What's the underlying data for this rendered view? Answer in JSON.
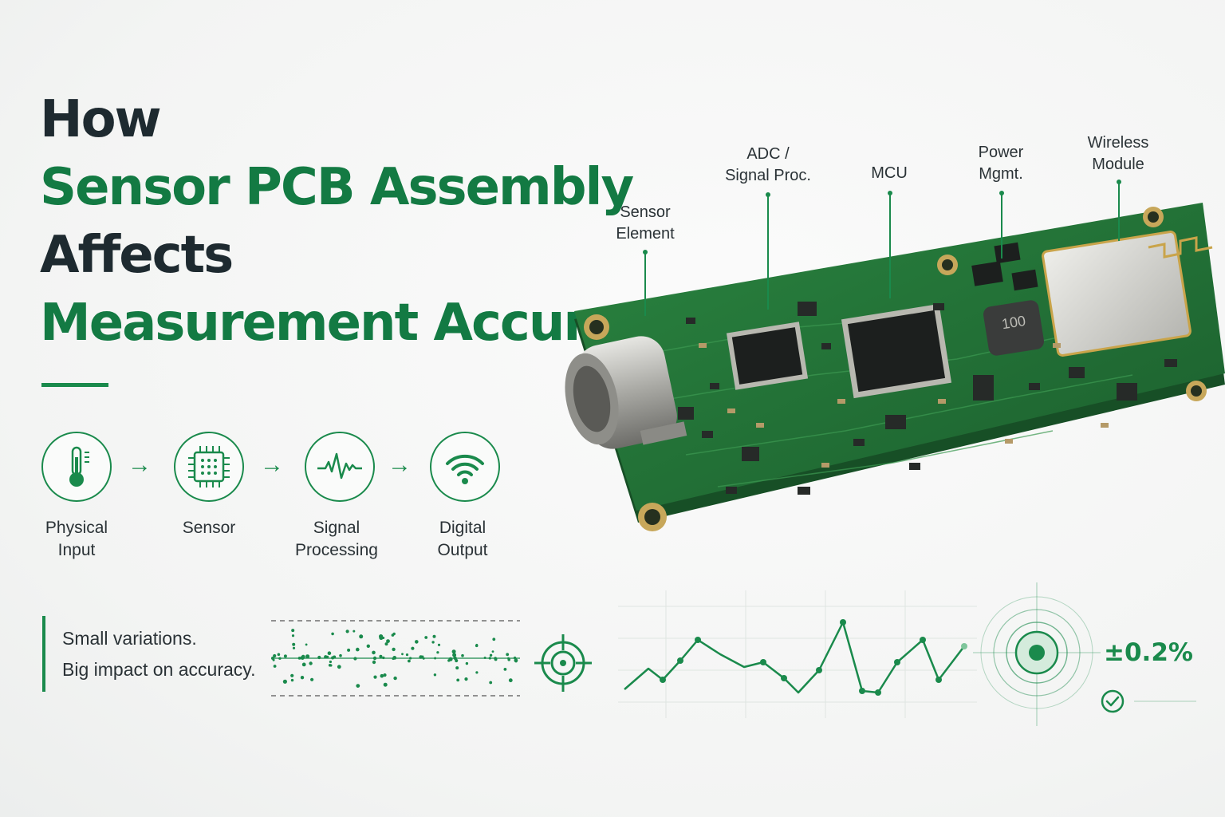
{
  "title": {
    "line1": "How",
    "line2": "Sensor PCB Assembly",
    "line3": "Affects",
    "line4": "Measurement Accuracy"
  },
  "flow": {
    "steps": [
      {
        "label_1": "Physical",
        "label_2": "Input",
        "icon": "thermometer-icon"
      },
      {
        "label_1": "Sensor",
        "label_2": "",
        "icon": "chip-icon"
      },
      {
        "label_1": "Signal",
        "label_2": "Processing",
        "icon": "waveform-icon"
      },
      {
        "label_1": "Digital",
        "label_2": "Output",
        "icon": "wifi-icon"
      }
    ],
    "arrow_icon": "arrow-right-icon"
  },
  "callouts": {
    "sensor_element": {
      "line1": "Sensor",
      "line2": "Element"
    },
    "adc": {
      "line1": "ADC /",
      "line2": "Signal Proc."
    },
    "mcu": {
      "line1": "MCU"
    },
    "power": {
      "line1": "Power",
      "line2": "Mgmt."
    },
    "wireless": {
      "line1": "Wireless",
      "line2": "Module"
    }
  },
  "pcb": {
    "inductor_marking": "100",
    "board_color": "#1f6e33",
    "accent": "#1a8a4c"
  },
  "note": {
    "line1": "Small variations.",
    "line2": "Big impact on accuracy."
  },
  "result": {
    "accuracy": "±0.2%",
    "check_icon": "check-circle-icon",
    "target_icon": "crosshair-icon"
  }
}
